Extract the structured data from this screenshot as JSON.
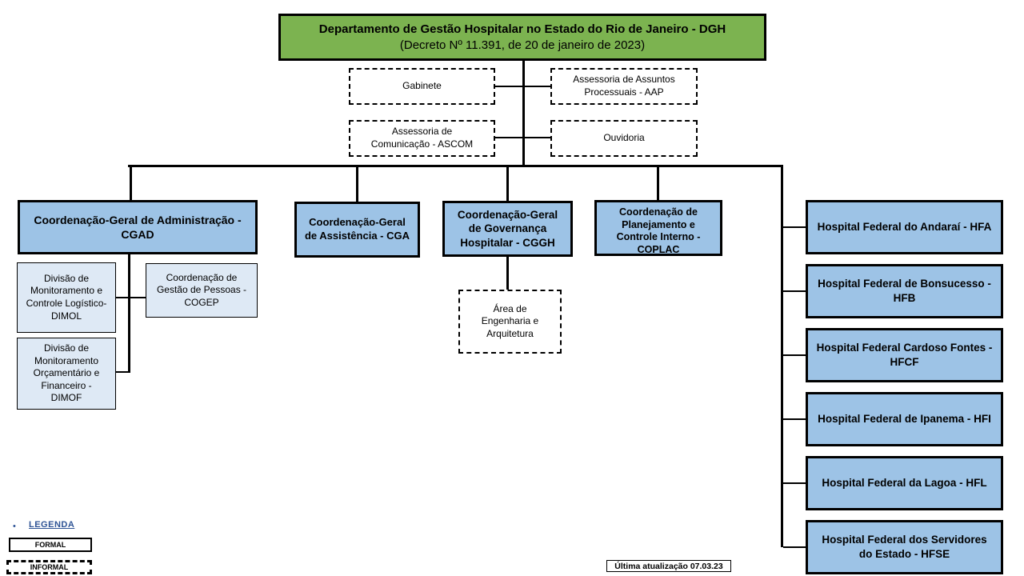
{
  "root_box": {
    "line1": "Departamento de Gestão Hospitalar no Estado do Rio de Janeiro - DGH",
    "line2": "(Decreto Nº 11.391, de 20 de janeiro de 2023)"
  },
  "informal_units": {
    "gabinete": "Gabinete",
    "aap": "Assessoria de Assuntos Processuais - AAP",
    "ascom": "Assessoria de Comunicação - ASCOM",
    "ouvidoria": "Ouvidoria",
    "engenharia": "Área de Engenharia e Arquitetura"
  },
  "coordinations": {
    "cgad": "Coordenação-Geral de Administração - CGAD",
    "cga": "Coordenação-Geral de Assistência - CGA",
    "cggh": "Coordenação-Geral de Governança Hospitalar - CGGH",
    "coplac": "Coordenação de Planejamento e Controle Interno - COPLAC"
  },
  "divisions": {
    "dimol": "Divisão de Monitoramento e Controle Logístico- DIMOL",
    "cogep": "Coordenação de Gestão de Pessoas - COGEP",
    "dimof": "Divisão de Monitoramento Orçamentário e Financeiro - DIMOF"
  },
  "hospitals": [
    "Hospital Federal do Andaraí - HFA",
    "Hospital Federal de Bonsucesso - HFB",
    "Hospital Federal Cardoso Fontes - HFCF",
    "Hospital Federal de Ipanema - HFI",
    "Hospital Federal da Lagoa - HFL",
    "Hospital Federal dos Servidores do Estado - HFSE"
  ],
  "legend": {
    "bullet": "•",
    "title": "LEGENDA",
    "formal": "FORMAL",
    "informal": "INFORMAL"
  },
  "footer": {
    "last_update": "Última atualização 07.03.23"
  },
  "colors": {
    "root_green": "#7CB350",
    "coordination_blue": "#9DC3E6",
    "division_lightblue": "#DEE9F5",
    "legend_link_blue": "#2E5395",
    "line_black": "#000000"
  }
}
